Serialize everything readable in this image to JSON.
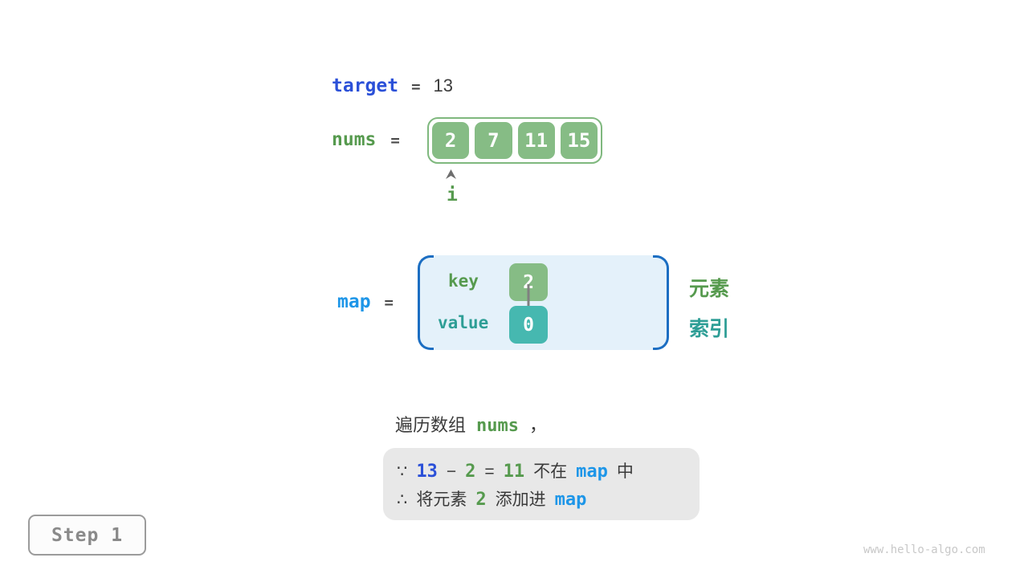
{
  "colors": {
    "royal_blue": "#2B50D8",
    "azure_blue": "#1E96E8",
    "bracket_blue": "#1C6EC2",
    "green_text": "#569A4E",
    "green_fill": "#86BC85",
    "teal_text": "#2E9E96",
    "teal_fill": "#46B8B0",
    "map_box_fill": "#E4F1FA",
    "note_box_fill": "#E8E8E8",
    "dark_text": "#3A3A3A",
    "step_gray": "#8A8A8A",
    "arrow_gray": "#808080",
    "watermark_gray": "#C8C8C8",
    "background": "#FFFFFF"
  },
  "target_row": {
    "label": "target",
    "equals": "=",
    "value": "13"
  },
  "nums_row": {
    "label": "nums",
    "equals": "=",
    "cells": [
      "2",
      "7",
      "11",
      "15"
    ],
    "pointer": "i"
  },
  "map_section": {
    "label": "map",
    "equals": "=",
    "key_label": "key",
    "key_cell": "2",
    "value_label": "value",
    "value_cell": "0",
    "element_label": "元素",
    "index_label": "索引"
  },
  "caption": {
    "prefix": "遍历数组",
    "code": "nums",
    "comma": "，"
  },
  "note": {
    "because": "∵",
    "therefore": "∴",
    "l1": {
      "minuend": "13",
      "minus": "−",
      "subtrahend": "2",
      "equals": "=",
      "difference": "11",
      "not_in": "不在",
      "map": "map",
      "in_suffix": "中"
    },
    "l2": {
      "prefix": "将元素",
      "element": "2",
      "suffix": "添加进",
      "map": "map"
    }
  },
  "step": {
    "label": "Step 1"
  },
  "watermark": "www.hello-algo.com"
}
